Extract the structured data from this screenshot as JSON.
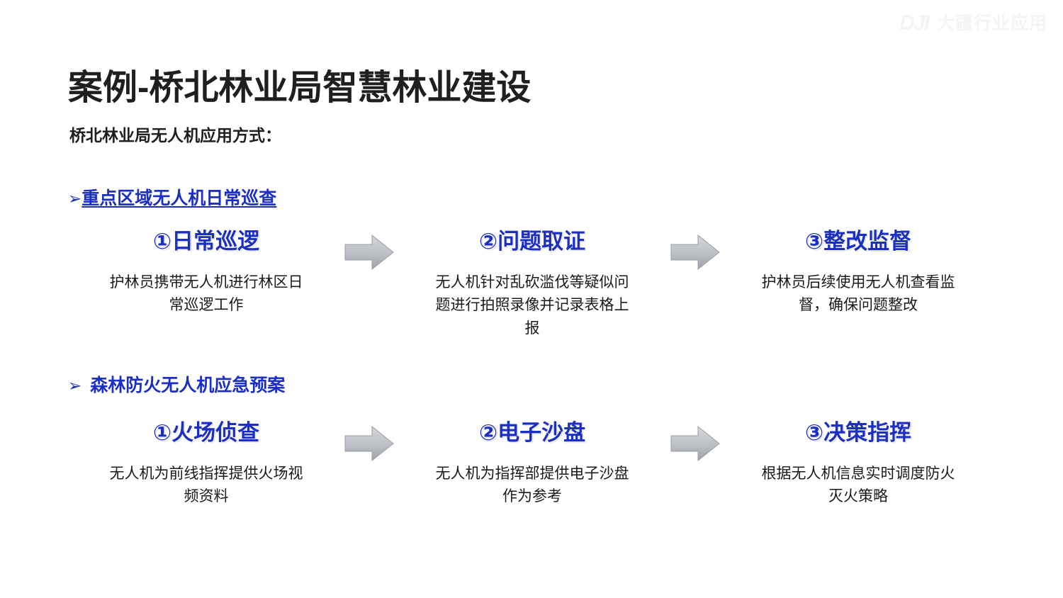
{
  "watermark": {
    "logo": "DJI",
    "text": "大疆行业应用"
  },
  "slide": {
    "title": "案例-桥北林业局智慧林业建设",
    "subtitle": "桥北林业局无人机应用方式：",
    "accent_color": "#1c2fc4",
    "title_color": "#1f1f1f",
    "background_color": "#ffffff",
    "arrow_color_top": "#cfd1d5",
    "arrow_color_bottom": "#a2a5ab"
  },
  "sections": [
    {
      "bullet": "➢",
      "label": "重点区域无人机日常巡查",
      "steps": [
        {
          "index": "①",
          "heading": "①日常巡逻",
          "desc": "护林员携带无人机进行林区日常巡逻工作"
        },
        {
          "index": "②",
          "heading": "②问题取证",
          "desc": "无人机针对乱砍滥伐等疑似问题进行拍照录像并记录表格上报"
        },
        {
          "index": "③",
          "heading": "③整改监督",
          "desc": "护林员后续使用无人机查看监督，确保问题整改"
        }
      ]
    },
    {
      "bullet": "➢",
      "label": "森林防火无人机应急预案",
      "steps": [
        {
          "index": "①",
          "heading": "①火场侦查",
          "desc": "无人机为前线指挥提供火场视频资料"
        },
        {
          "index": "②",
          "heading": "②电子沙盘",
          "desc": "无人机为指挥部提供电子沙盘作为参考"
        },
        {
          "index": "③",
          "heading": "③决策指挥",
          "desc": "根据无人机信息实时调度防火灭火策略"
        }
      ]
    }
  ]
}
